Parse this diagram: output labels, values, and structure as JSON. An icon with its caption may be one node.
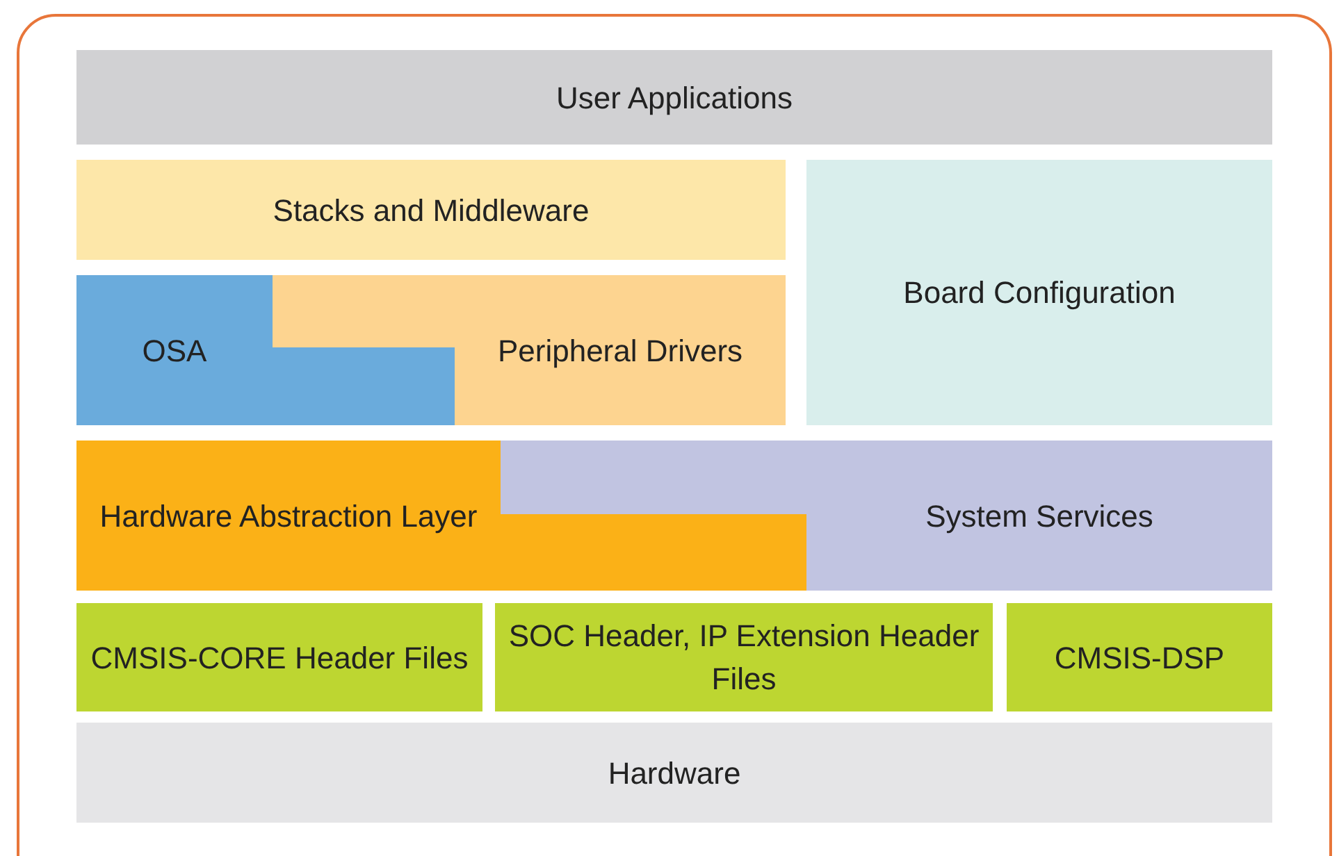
{
  "diagram": {
    "nodes": [
      {
        "text": [
          "User Applications"
        ]
      },
      {
        "text": [
          "Stacks and Middleware"
        ]
      },
      {
        "text": [
          "Board Configuration"
        ]
      },
      {
        "text": [
          "OSA"
        ]
      },
      {
        "text": [
          "Peripheral Drivers"
        ]
      },
      {
        "text": [
          "Hardware Abstraction Layer"
        ]
      },
      {
        "text": [
          "System Services"
        ]
      },
      {
        "text": [
          "CMSIS-CORE Header Files"
        ]
      },
      {
        "text": [
          "SOC Header, IP Extension Header Files"
        ]
      },
      {
        "text": [
          "CMSIS-DSP"
        ]
      },
      {
        "text": [
          "Hardware"
        ]
      }
    ]
  }
}
